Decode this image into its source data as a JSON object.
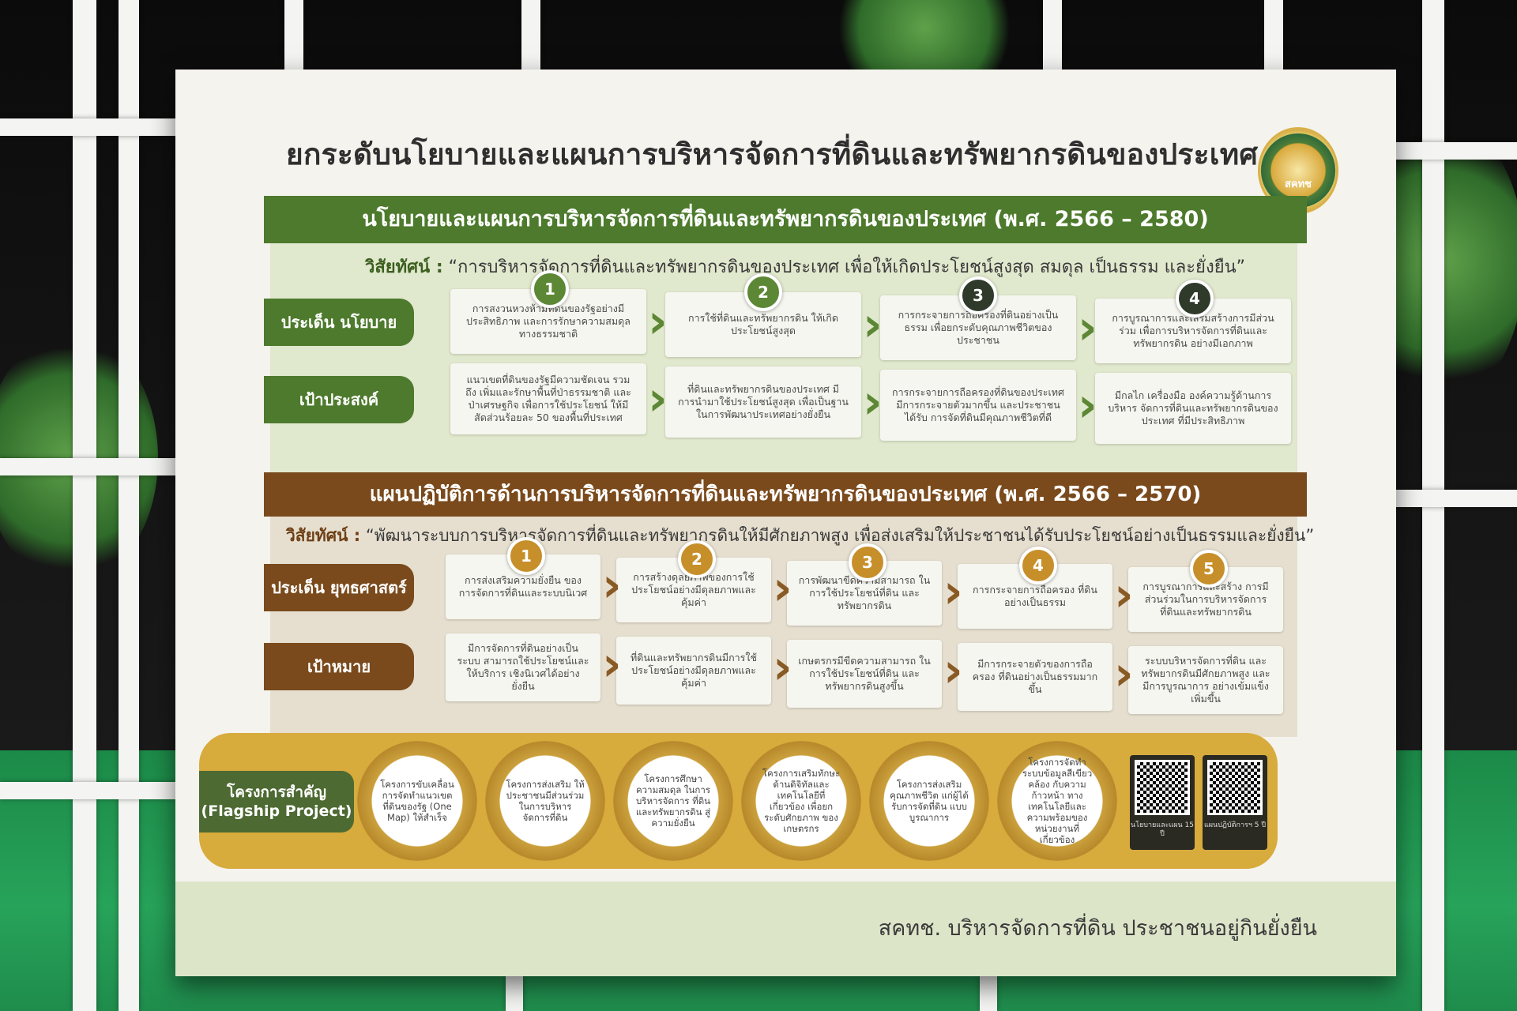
{
  "title": "ยกระดับนโยบายและแผนการบริหารจัดการที่ดินและทรัพยากรดินของประเทศ",
  "logo_text": "สคทช",
  "policy": {
    "header": "นโยบายและแผนการบริหารจัดการที่ดินและทรัพยากรดินของประเทศ (พ.ศ. 2566 – 2580)",
    "vision_label": "วิสัยทัศน์ :",
    "vision": "“การบริหารจัดการที่ดินและทรัพยากรดินของประเทศ เพื่อให้เกิดประโยชน์สูงสุด สมดุล เป็นธรรม และยั่งยืน”",
    "row1_label": "ประเด็น นโยบาย",
    "row2_label": "เป้าประสงค์",
    "numbers": [
      "1",
      "2",
      "3",
      "4"
    ],
    "issues": [
      "การสงวนหวงห้ามที่ดินของรัฐอย่างมีประสิทธิภาพ และการรักษาความสมดุลทางธรรมชาติ",
      "การใช้ที่ดินและทรัพยากรดิน ให้เกิดประโยชน์สูงสุด",
      "การกระจายการถือครองที่ดินอย่างเป็นธรรม เพื่อยกระดับคุณภาพชีวิตของประชาชน",
      "การบูรณาการและเสริมสร้างการมีส่วนร่วม เพื่อการบริหารจัดการที่ดินและทรัพยากรดิน อย่างมีเอกภาพ"
    ],
    "goals": [
      "แนวเขตที่ดินของรัฐมีความชัดเจน รวมถึง เพิ่มและรักษาพื้นที่ป่าธรรมชาติ และป่าเศรษฐกิจ เพื่อการใช้ประโยชน์ ให้มีสัดส่วนร้อยละ 50 ของพื้นที่ประเทศ",
      "ที่ดินและทรัพยากรดินของประเทศ มีการนำมาใช้ประโยชน์สูงสุด เพื่อเป็นฐาน ในการพัฒนาประเทศอย่างยั่งยืน",
      "การกระจายการถือครองที่ดินของประเทศ มีการกระจายตัวมากขึ้น และประชาชนได้รับ การจัดที่ดินมีคุณภาพชีวิตที่ดี",
      "มีกลไก เครื่องมือ องค์ความรู้ด้านการบริหาร จัดการที่ดินและทรัพยากรดินของประเทศ ที่มีประสิทธิภาพ"
    ]
  },
  "action_plan": {
    "header": "แผนปฏิบัติการด้านการบริหารจัดการที่ดินและทรัพยากรดินของประเทศ (พ.ศ. 2566 – 2570)",
    "vision_label": "วิสัยทัศน์ :",
    "vision": "“พัฒนาระบบการบริหารจัดการที่ดินและทรัพยากรดินให้มีศักยภาพสูง เพื่อส่งเสริมให้ประชาชนได้รับประโยชน์อย่างเป็นธรรมและยั่งยืน”",
    "row1_label": "ประเด็น ยุทธศาสตร์",
    "row2_label": "เป้าหมาย",
    "numbers": [
      "1",
      "2",
      "3",
      "4",
      "5"
    ],
    "strategies": [
      "การส่งเสริมความยั่งยืน ของการจัดการที่ดินและระบบนิเวศ",
      "การสร้างดุลยภาพของการใช้ ประโยชน์อย่างมีดุลยภาพและคุ้มค่า",
      "การพัฒนาขีดความสามารถ ในการใช้ประโยชน์ที่ดิน และทรัพยากรดิน",
      "การกระจายการถือครอง ที่ดินอย่างเป็นธรรม",
      "การบูรณาการและสร้าง การมีส่วนร่วมในการบริหารจัดการ ที่ดินและทรัพยากรดิน"
    ],
    "targets": [
      "มีการจัดการที่ดินอย่างเป็นระบบ สามารถใช้ประโยชน์และให้บริการ เชิงนิเวศได้อย่างยั่งยืน",
      "ที่ดินและทรัพยากรดินมีการใช้ ประโยชน์อย่างมีดุลยภาพและคุ้มค่า",
      "เกษตรกรมีขีดความสามารถ ในการใช้ประโยชน์ที่ดิน และทรัพยากรดินสูงขึ้น",
      "มีการกระจายตัวของการถือครอง ที่ดินอย่างเป็นธรรมมากขึ้น",
      "ระบบบริหารจัดการที่ดิน และทรัพยากรดินมีศักยภาพสูง และมีการบูรณาการ อย่างเข้มแข็งเพิ่มขึ้น"
    ]
  },
  "flagship": {
    "label": "โครงการสำคัญ (Flagship Project)",
    "projects": [
      "โครงการขับเคลื่อน การจัดทำแนวเขต ที่ดินของรัฐ (One Map) ให้สำเร็จ",
      "โครงการส่งเสริม ให้ประชาชนมีส่วนร่วม ในการบริหาร จัดการที่ดิน",
      "โครงการศึกษา ความสมดุล ในการบริหารจัดการ ที่ดินและทรัพยากรดิน สู่ความยั่งยืน",
      "โครงการเสริมทักษะ ด้านดิจิทัลและ เทคโนโลยีที่เกี่ยวข้อง เพื่อยกระดับศักยภาพ ของเกษตรกร",
      "โครงการส่งเสริม คุณภาพชีวิต แก่ผู้ได้รับการจัดที่ดิน แบบบูรณาการ",
      "โครงการจัดทำ ระบบข้อมูลสีเขียวคล้อง กับความก้าวหน้า ทางเทคโนโลยีและ ความพร้อมของ หน่วยงานที่เกี่ยวข้อง"
    ],
    "qr_captions": [
      "นโยบายและแผน 15 ปี",
      "แผนปฏิบัติการฯ 5 ปี"
    ]
  },
  "slogan": "สคทช. บริหารจัดการที่ดิน ประชาชนอยู่กินยั่งยืน"
}
